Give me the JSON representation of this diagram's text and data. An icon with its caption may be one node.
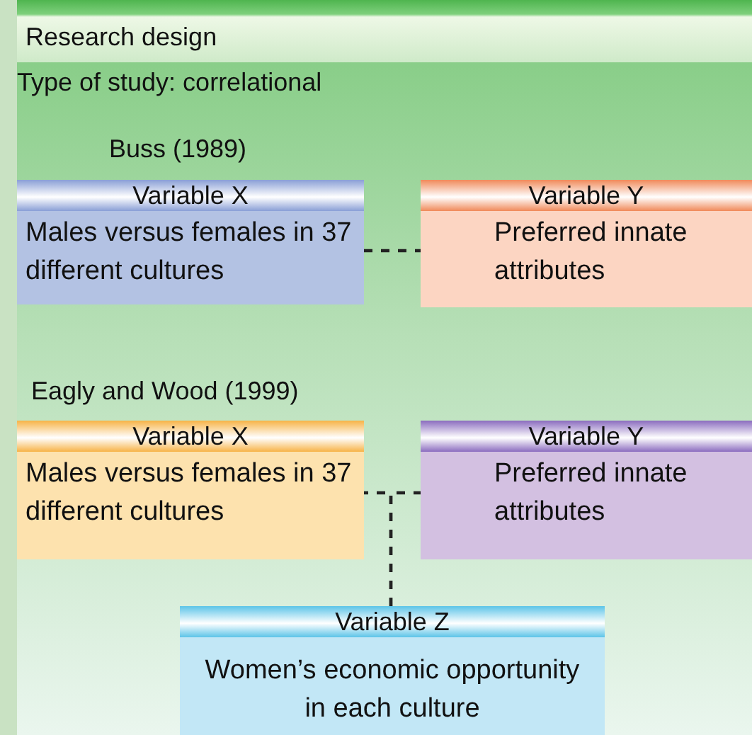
{
  "diagram": {
    "title": "Research design",
    "nodes": [
      {
        "text": [
          "Variable X",
          "Males versus females in 37 different cultures"
        ]
      },
      {
        "text": [
          "Variable Y",
          "Preferred innate attributes"
        ]
      },
      {
        "text": [
          "Variable X",
          "Males versus females in 37 different cultures"
        ]
      },
      {
        "text": [
          "Variable Y",
          "Preferred innate attributes"
        ]
      },
      {
        "text": [
          "Variable Z",
          "Women’s economic opportunity in each culture"
        ]
      }
    ],
    "edges": [
      {
        "from": 0,
        "to": 1,
        "arrow": "none",
        "style": "dashed"
      },
      {
        "from": 4,
        "to": 2,
        "arrow": "none",
        "style": "dashed"
      },
      {
        "from": 4,
        "to": 3,
        "arrow": "none",
        "style": "dashed"
      }
    ],
    "labels": [
      "Type of study: correlational",
      "Buss (1989)",
      "Eagly and Wood (1999)"
    ]
  }
}
